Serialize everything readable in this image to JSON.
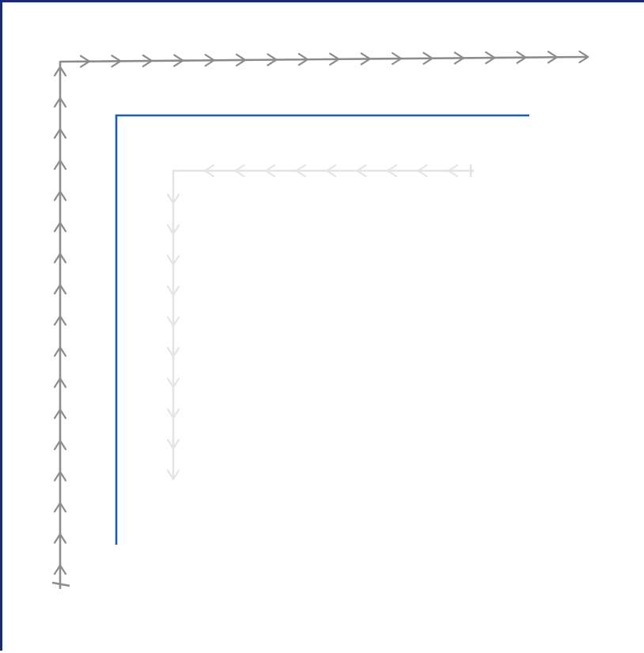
{
  "frame": {
    "border_color": "#1a2a78",
    "background": "#ffffff"
  },
  "paths": [
    {
      "id": "outer",
      "role": "arrow-corner-path",
      "color": "#8c8c8c",
      "arrow_direction": "outward",
      "marker": "chevron-arrow-icon"
    },
    {
      "id": "middle",
      "role": "plain-corner-path",
      "color": "#1f5fa0",
      "marker": "none"
    },
    {
      "id": "inner",
      "role": "arrow-corner-path",
      "color": "#e4e4e4",
      "arrow_direction": "inward",
      "marker": "chevron-arrow-icon"
    }
  ]
}
